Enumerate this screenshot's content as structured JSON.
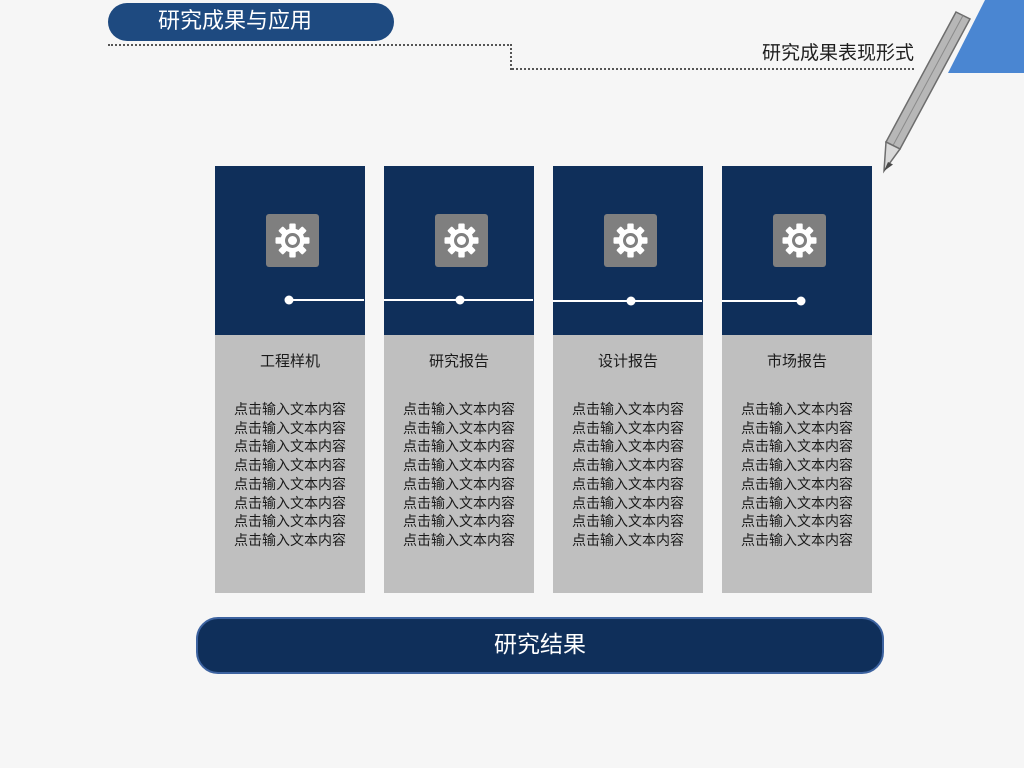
{
  "header": {
    "title": "研究成果与应用",
    "subtitle": "研究成果表现形式"
  },
  "colors": {
    "navy": "#0f2f5a",
    "title_blue": "#1e4a80",
    "corner_blue": "#4a86d2",
    "card_gray": "#bfbfbf",
    "icon_gray": "#7f7f7f"
  },
  "cards": [
    {
      "icon": "gear-icon",
      "title": "工程样机",
      "lines": [
        "点击输入文本内容",
        "点击输入文本内容",
        "点击输入文本内容",
        "点击输入文本内容",
        "点击输入文本内容",
        "点击输入文本内容",
        "点击输入文本内容",
        "点击输入文本内容"
      ]
    },
    {
      "icon": "gear-icon",
      "title": "研究报告",
      "lines": [
        "点击输入文本内容",
        "点击输入文本内容",
        "点击输入文本内容",
        "点击输入文本内容",
        "点击输入文本内容",
        "点击输入文本内容",
        "点击输入文本内容",
        "点击输入文本内容"
      ]
    },
    {
      "icon": "gear-icon",
      "title": "设计报告",
      "lines": [
        "点击输入文本内容",
        "点击输入文本内容",
        "点击输入文本内容",
        "点击输入文本内容",
        "点击输入文本内容",
        "点击输入文本内容",
        "点击输入文本内容",
        "点击输入文本内容"
      ]
    },
    {
      "icon": "gear-icon",
      "title": "市场报告",
      "lines": [
        "点击输入文本内容",
        "点击输入文本内容",
        "点击输入文本内容",
        "点击输入文本内容",
        "点击输入文本内容",
        "点击输入文本内容",
        "点击输入文本内容",
        "点击输入文本内容"
      ]
    }
  ],
  "footer": {
    "result_label": "研究结果"
  }
}
